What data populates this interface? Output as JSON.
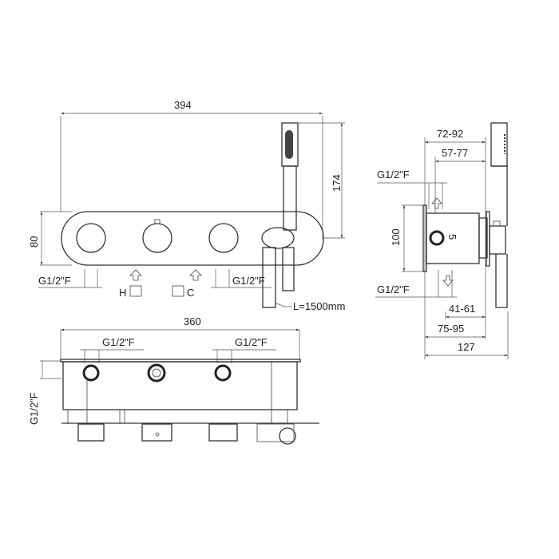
{
  "front_view": {
    "width_dim": "394",
    "height_dim": "80",
    "shower_dim": "174",
    "inlet_left": "G1/2\"F",
    "inlet_right": "G1/2\"F",
    "hot_label": "H",
    "cold_label": "C",
    "hose_length": "L=1500mm"
  },
  "bottom_view": {
    "width_dim": "360",
    "inlet_left": "G1/2\"F",
    "inlet_right": "G1/2\"F",
    "side_inlet": "G1/2\"F"
  },
  "side_view": {
    "dim_72_92": "72-92",
    "dim_57_77": "57-77",
    "inlet_top": "G1/2\"F",
    "height_dim": "100",
    "inlet_bottom": "G1/2\"F",
    "dim_41_61": "41-61",
    "dim_75_95": "75-95",
    "depth_dim": "127",
    "side_mark": "5"
  }
}
